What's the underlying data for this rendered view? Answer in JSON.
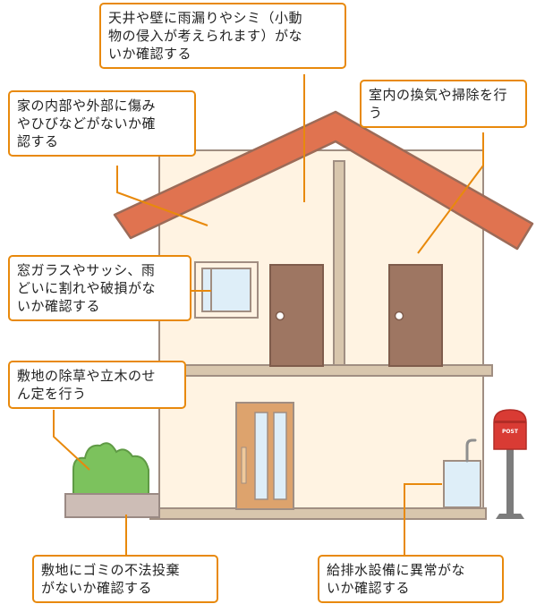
{
  "colors": {
    "roof": "#e07350",
    "roof_edge": "#9c6b58",
    "wall": "#fff3e2",
    "wall_edge": "#a08e82",
    "beam": "#d8c6ad",
    "door": "#9e7662",
    "front_door": "#dda36d",
    "glass": "#deeef8",
    "bush": "#7cc25d",
    "planter": "#cdbdb6",
    "mailbox": "#d93b34",
    "pole": "#7c7c7c",
    "callout_border": "#e8890c",
    "leader_line": "#e8890c"
  },
  "icons": {
    "mailbox": "mailbox-icon",
    "house": "house-illustration"
  },
  "mailbox": {
    "label": "POST"
  },
  "callouts": {
    "ceiling": {
      "lines": [
        "天井や壁に雨漏りやシミ（小動",
        "物の侵入が考えられます）がな",
        "いか確認する"
      ]
    },
    "exterior": {
      "lines": [
        "家の内部や外部に傷み",
        "やひびなどがないか確",
        "認する"
      ]
    },
    "ventilation": {
      "lines": [
        "室内の換気や掃除を行",
        "う"
      ]
    },
    "windows": {
      "lines": [
        "窓ガラスやサッシ、雨",
        "どいに割れや破損がな",
        "いか確認する"
      ]
    },
    "garden": {
      "lines": [
        "敷地の除草や立木のせ",
        "ん定を行う"
      ]
    },
    "dumping": {
      "lines": [
        "敷地にゴミの不法投棄",
        "がないか確認する"
      ]
    },
    "water": {
      "lines": [
        "給排水設備に異常がな",
        "いか確認する"
      ]
    }
  }
}
